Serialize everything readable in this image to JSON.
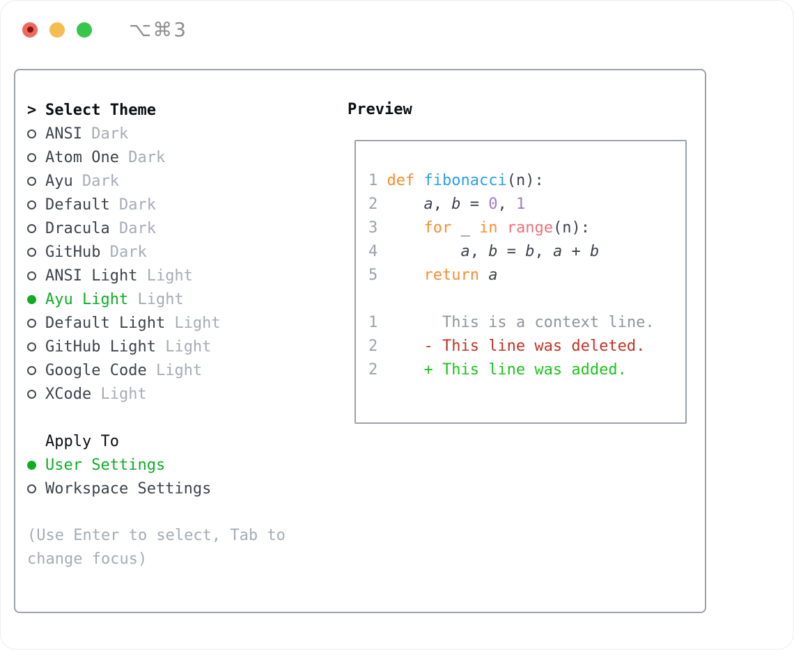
{
  "window": {
    "shortcut": "⌥⌘3"
  },
  "theme_selector": {
    "prompt": ">",
    "title": "Select Theme",
    "items": [
      {
        "name": "ANSI",
        "variant": "Dark",
        "selected": false
      },
      {
        "name": "Atom One",
        "variant": "Dark",
        "selected": false
      },
      {
        "name": "Ayu",
        "variant": "Dark",
        "selected": false
      },
      {
        "name": "Default",
        "variant": "Dark",
        "selected": false
      },
      {
        "name": "Dracula",
        "variant": "Dark",
        "selected": false
      },
      {
        "name": "GitHub",
        "variant": "Dark",
        "selected": false
      },
      {
        "name": "ANSI Light",
        "variant": "Light",
        "selected": false
      },
      {
        "name": "Ayu Light",
        "variant": "Light",
        "selected": true
      },
      {
        "name": "Default Light",
        "variant": "Light",
        "selected": false
      },
      {
        "name": "GitHub Light",
        "variant": "Light",
        "selected": false
      },
      {
        "name": "Google Code",
        "variant": "Light",
        "selected": false
      },
      {
        "name": "XCode",
        "variant": "Light",
        "selected": false
      }
    ]
  },
  "apply_to": {
    "title": "Apply To",
    "options": [
      {
        "label": "User Settings",
        "selected": true
      },
      {
        "label": "Workspace Settings",
        "selected": false
      }
    ]
  },
  "hint": "(Use Enter to select, Tab to change focus)",
  "preview": {
    "title": "Preview",
    "code_lines": [
      {
        "num": "1",
        "tokens": [
          {
            "text": "def",
            "type": "keyword"
          },
          {
            "text": " ",
            "type": "plain"
          },
          {
            "text": "fibonacci",
            "type": "function"
          },
          {
            "text": "(n):",
            "type": "plain"
          }
        ]
      },
      {
        "num": "2",
        "tokens": [
          {
            "text": "    ",
            "type": "plain"
          },
          {
            "text": "a",
            "type": "variable"
          },
          {
            "text": ", ",
            "type": "plain"
          },
          {
            "text": "b",
            "type": "variable"
          },
          {
            "text": " = ",
            "type": "plain"
          },
          {
            "text": "0",
            "type": "number"
          },
          {
            "text": ", ",
            "type": "plain"
          },
          {
            "text": "1",
            "type": "number"
          }
        ]
      },
      {
        "num": "3",
        "tokens": [
          {
            "text": "    ",
            "type": "plain"
          },
          {
            "text": "for",
            "type": "keyword"
          },
          {
            "text": " _ ",
            "type": "plain"
          },
          {
            "text": "in",
            "type": "keyword"
          },
          {
            "text": " ",
            "type": "plain"
          },
          {
            "text": "range",
            "type": "builtin"
          },
          {
            "text": "(n):",
            "type": "plain"
          }
        ]
      },
      {
        "num": "4",
        "tokens": [
          {
            "text": "        ",
            "type": "plain"
          },
          {
            "text": "a",
            "type": "variable"
          },
          {
            "text": ", ",
            "type": "plain"
          },
          {
            "text": "b",
            "type": "variable"
          },
          {
            "text": " = ",
            "type": "plain"
          },
          {
            "text": "b",
            "type": "variable"
          },
          {
            "text": ", ",
            "type": "plain"
          },
          {
            "text": "a",
            "type": "variable"
          },
          {
            "text": " + ",
            "type": "plain"
          },
          {
            "text": "b",
            "type": "variable"
          }
        ]
      },
      {
        "num": "5",
        "tokens": [
          {
            "text": "    ",
            "type": "plain"
          },
          {
            "text": "return",
            "type": "keyword"
          },
          {
            "text": " ",
            "type": "plain"
          },
          {
            "text": "a",
            "type": "variable"
          }
        ]
      }
    ],
    "diff_lines": [
      {
        "num": "1",
        "marker": "",
        "text": "This is a context line.",
        "kind": "context"
      },
      {
        "num": "2",
        "marker": "-",
        "text": "This line was deleted.",
        "kind": "deleted"
      },
      {
        "num": "2",
        "marker": "+",
        "text": "This line was added.",
        "kind": "added"
      }
    ]
  },
  "colors": {
    "accent_green": "#0dad24",
    "added_green": "#1ac41a",
    "deleted_red": "#c43122",
    "keyword_orange": "#f98d2f",
    "function_blue": "#2aa0e6",
    "number_purple": "#a37acc",
    "builtin_coral": "#f07178",
    "text_dark": "#3c434c",
    "text_black": "#0b0e12",
    "text_muted": "#a4acb6",
    "line_number_gray": "#9aa2ac",
    "context_gray": "#8f969f",
    "border_gray": "#99a1ab",
    "titlebar_red": "#ee6a5f",
    "titlebar_yellow": "#f5bd4f",
    "titlebar_green": "#38c54b",
    "shortcut_gray": "#8e8e8e"
  }
}
